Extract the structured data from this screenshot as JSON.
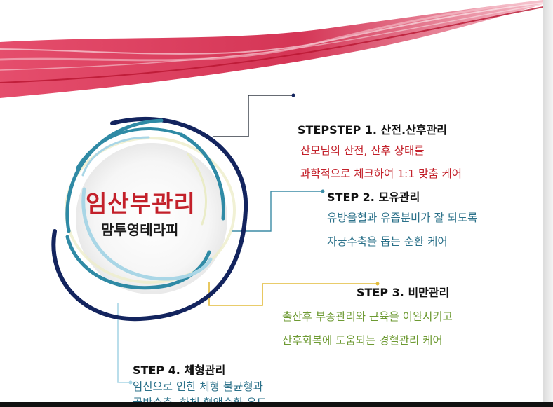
{
  "center": {
    "title": "임산부관리",
    "subtitle": "맘투영테라피"
  },
  "steps": [
    {
      "heading": "STEPSTEP 1. 산전.산후관리",
      "lines": [
        "산모님의 산전, 산후 상태를",
        "과학적으로 체크하여 1:1 맞춤 케어"
      ],
      "color": "#c3202a"
    },
    {
      "heading": "STEP 2. 모유관리",
      "lines": [
        "유방울혈과 유즙분비가 잘 되도록",
        "자궁수축을  돕는 순환 케어"
      ],
      "color": "#2a7089"
    },
    {
      "heading": "STEP 3. 비만관리",
      "lines": [
        "출산후 부종관리와 근육을 이완시키고",
        "산후회복에 도움되는 경혈관리 케어"
      ],
      "color": "#6d9a32"
    },
    {
      "heading": "STEP 4. 체형관리",
      "lines": [
        "임신으로 인한 체형 불균형과",
        "골반수축, 하체 혈액순환 유도"
      ],
      "color": "#2a7089"
    }
  ],
  "colors": {
    "ribbon": "#d6284a",
    "ring_navy": "#13245e",
    "ring_teal": "#2f8aa5",
    "ring_light": "#a9d6e6",
    "connector_gold": "#e2bb3a"
  }
}
